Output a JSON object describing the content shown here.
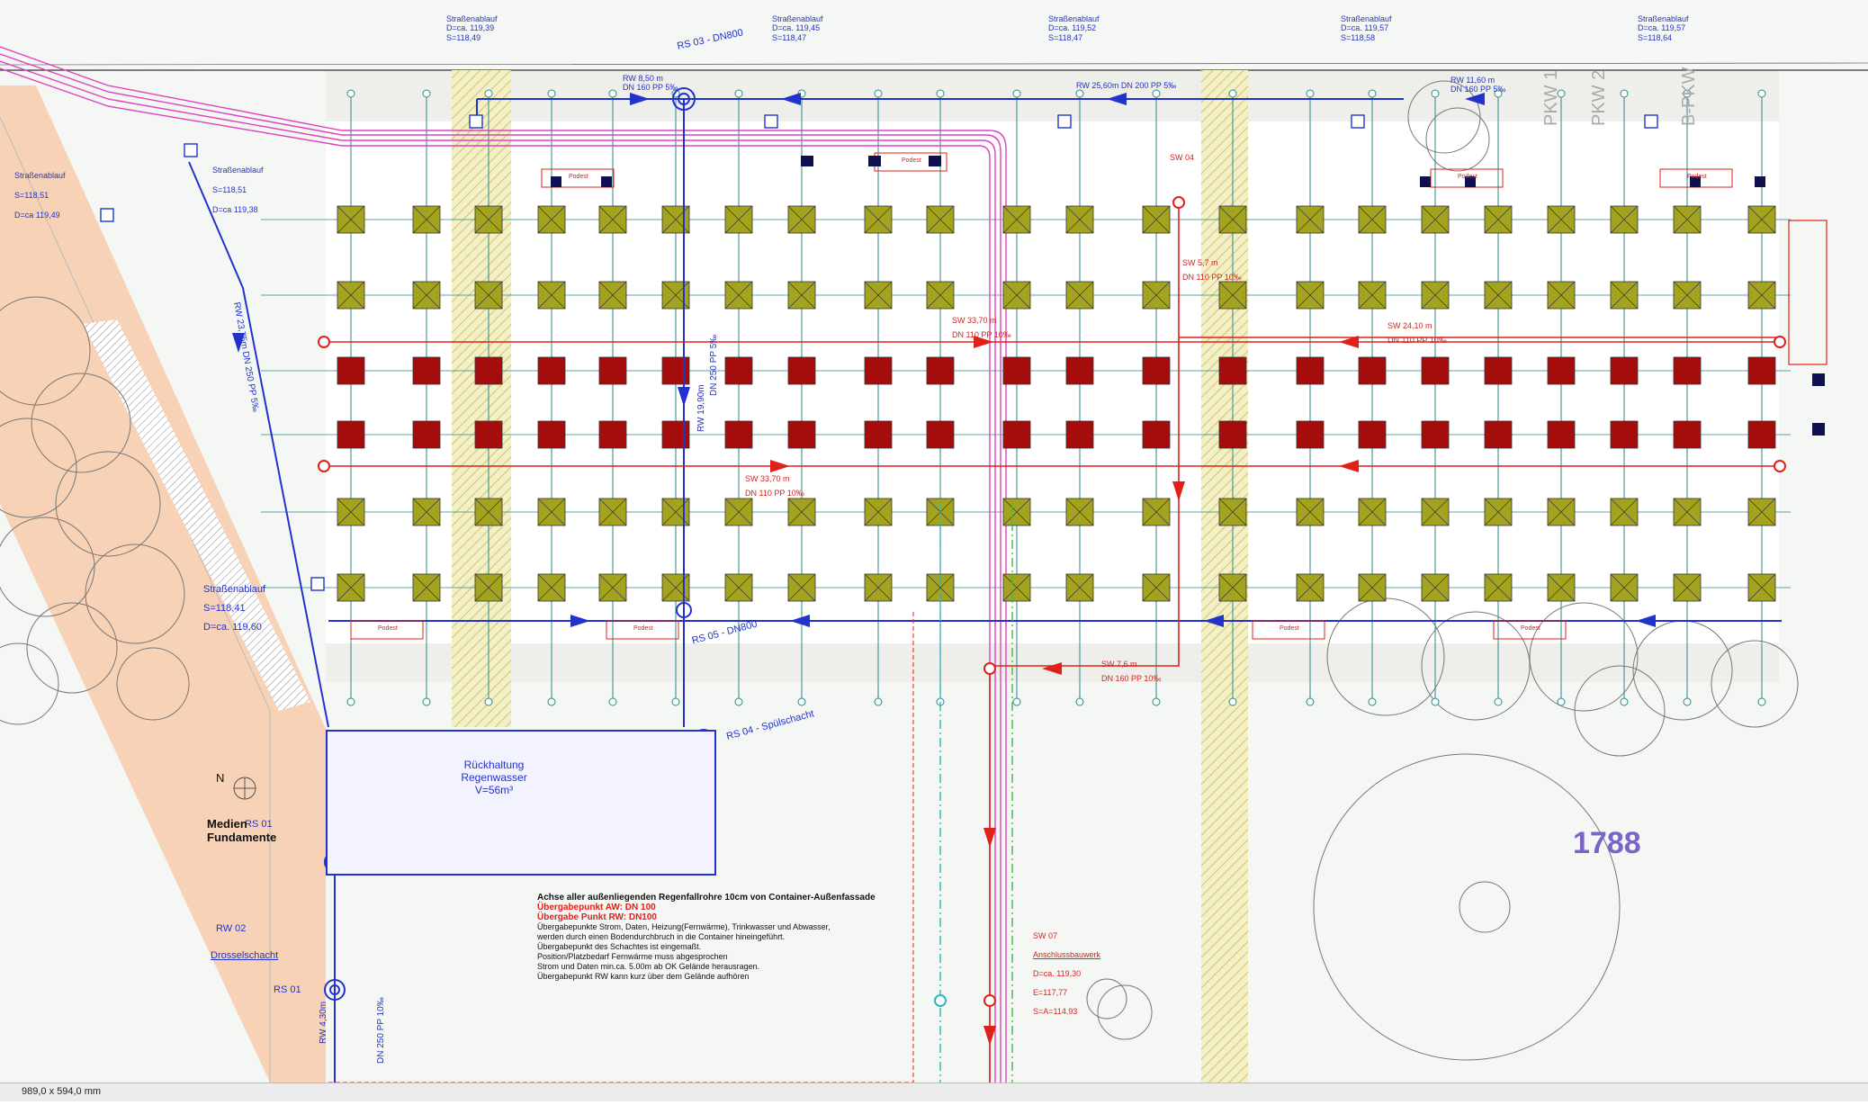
{
  "drawing": {
    "status_scale": "989,0 x 594,0 mm",
    "lot_number": "1788",
    "north_label": "N"
  },
  "colors": {
    "background": "#f4f7f4",
    "pipe_rw": "#2233cc",
    "pipe_sw": "#e0201a",
    "foundation_green": "#a3a31f",
    "foundation_red": "#a50d0d",
    "grid_axis": "#2a8a8a",
    "media_pink": "#e040c0",
    "hatch": "#d9d36a",
    "boundary": "#f2c0a0"
  },
  "street_inlets": [
    {
      "title": "Straßenablauf",
      "d": "D=ca. 119,39",
      "s": "S=118,49"
    },
    {
      "title": "Straßenablauf",
      "d": "D=ca. 119,45",
      "s": "S=118,47"
    },
    {
      "title": "Straßenablauf",
      "d": "D=ca. 119,52",
      "s": "S=118,47"
    },
    {
      "title": "Straßenablauf",
      "d": "D=ca. 119,57",
      "s": "S=118,58"
    },
    {
      "title": "Straßenablauf",
      "d": "D=ca. 119,57",
      "s": "S=118,64"
    }
  ],
  "left_inlet": {
    "title": "Straßenablauf",
    "s": "S=118,51",
    "d": "D=ca 119,49"
  },
  "left_inlet2": {
    "title": "Straßenablauf",
    "s": "S=118,51",
    "d": "D=ca 119,38"
  },
  "left_inlet3": {
    "title": "Straßenablauf",
    "s": "S=118,41",
    "d": "D=ca. 119,60"
  },
  "shafts": {
    "rs03": "RS 03 - DN800",
    "rs05": "RS 05 - DN800",
    "rs04": "RS 04 - Spülschacht",
    "rs01": "RS 01",
    "rw02": "RW 02",
    "rw02_sub": "Drosselschacht",
    "sw04": "SW 04",
    "sw07": "SW 07",
    "sw07_sub": "Anschlussbauwerk",
    "sw07_d": "D=ca. 119,30",
    "sw07_e": "E=117,77",
    "sw07_s": "S=A=114,93"
  },
  "tank": {
    "line1": "Rückhaltung",
    "line2": "Regenwasser",
    "line3": "V=56m³"
  },
  "media": {
    "line1": "Medien",
    "line2": "Fundamente"
  },
  "parking": [
    "PKW 1",
    "PKW 2",
    "B-PKW"
  ],
  "pipe_labels": [
    "RW 8,50 m",
    "DN 160 PP 5‰",
    "RW 25,60m DN 200 PP 5‰",
    "RW 11,60 m",
    "DN 160 PP 5‰",
    "SW 33,70 m",
    "DN 110 PP 10‰",
    "SW 24,10 m",
    "DN 110 PP 10‰",
    "SW 5,7 m",
    "DN 110 PP 10‰",
    "SW 7,6 m",
    "DN 160 PP 10‰",
    "RW 19,90m",
    "DN 250 PP 5‰",
    "RW 23,75m DN 250 PP 5‰",
    "RW 4,30m",
    "DN 250 PP 10‰"
  ],
  "notes": {
    "heading": "Achse aller außenliegenden Regenfallrohre 10cm von Container-Außenfassade",
    "aw": "Übergabepunkt AW: DN 100",
    "rw": "Übergabe Punkt RW: DN100",
    "l1": "Übergabepunkte Strom, Daten, Heizung(Fernwärme), Trinkwasser und Abwasser,",
    "l2": "werden durch einen Bodendurchbruch in die Container hineingeführt.",
    "l3": "Übergabepunkt des Schachtes ist eingemaßt.",
    "l4": "Position/Platzbedarf Fernwärme muss abgesprochen",
    "l5": "Strom und Daten min.ca. 5.00m ab OK Gelände herausragen.",
    "l6": "Übergabepunkt RW kann kurz über dem Gelände aufhören"
  },
  "podest": "Podest"
}
